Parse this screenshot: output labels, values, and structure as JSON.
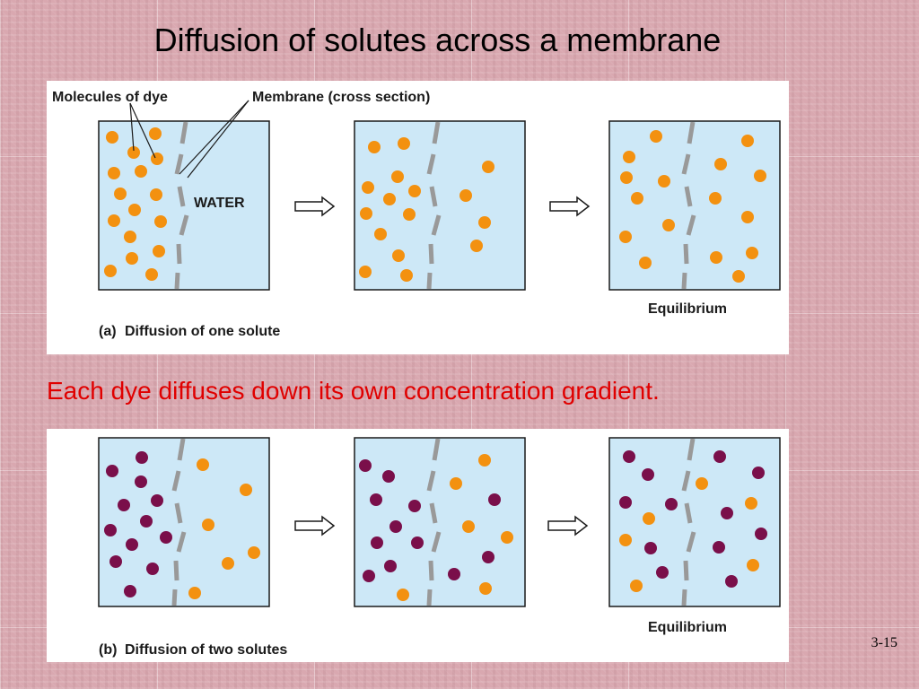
{
  "slide": {
    "title": "Diffusion of solutes across a membrane",
    "caption": "Each dye diffuses down its own concentration gradient.",
    "page_number": "3-15"
  },
  "figure_a": {
    "label_molecules": "Molecules of dye",
    "label_membrane": "Membrane (cross section)",
    "label_water": "WATER",
    "label_equilibrium": "Equilibrium",
    "caption_letter": "(a)",
    "caption_text": "Diffusion of one solute"
  },
  "figure_b": {
    "label_equilibrium": "Equilibrium",
    "caption_letter": "(b)",
    "caption_text": "Diffusion of two solutes"
  },
  "colors": {
    "water": "#cde8f7",
    "box_border": "#1a1a1a",
    "membrane": "#999999",
    "orange_dye": "#f39110",
    "purple_dye": "#7a0f4a",
    "caption_red": "#e00000"
  }
}
